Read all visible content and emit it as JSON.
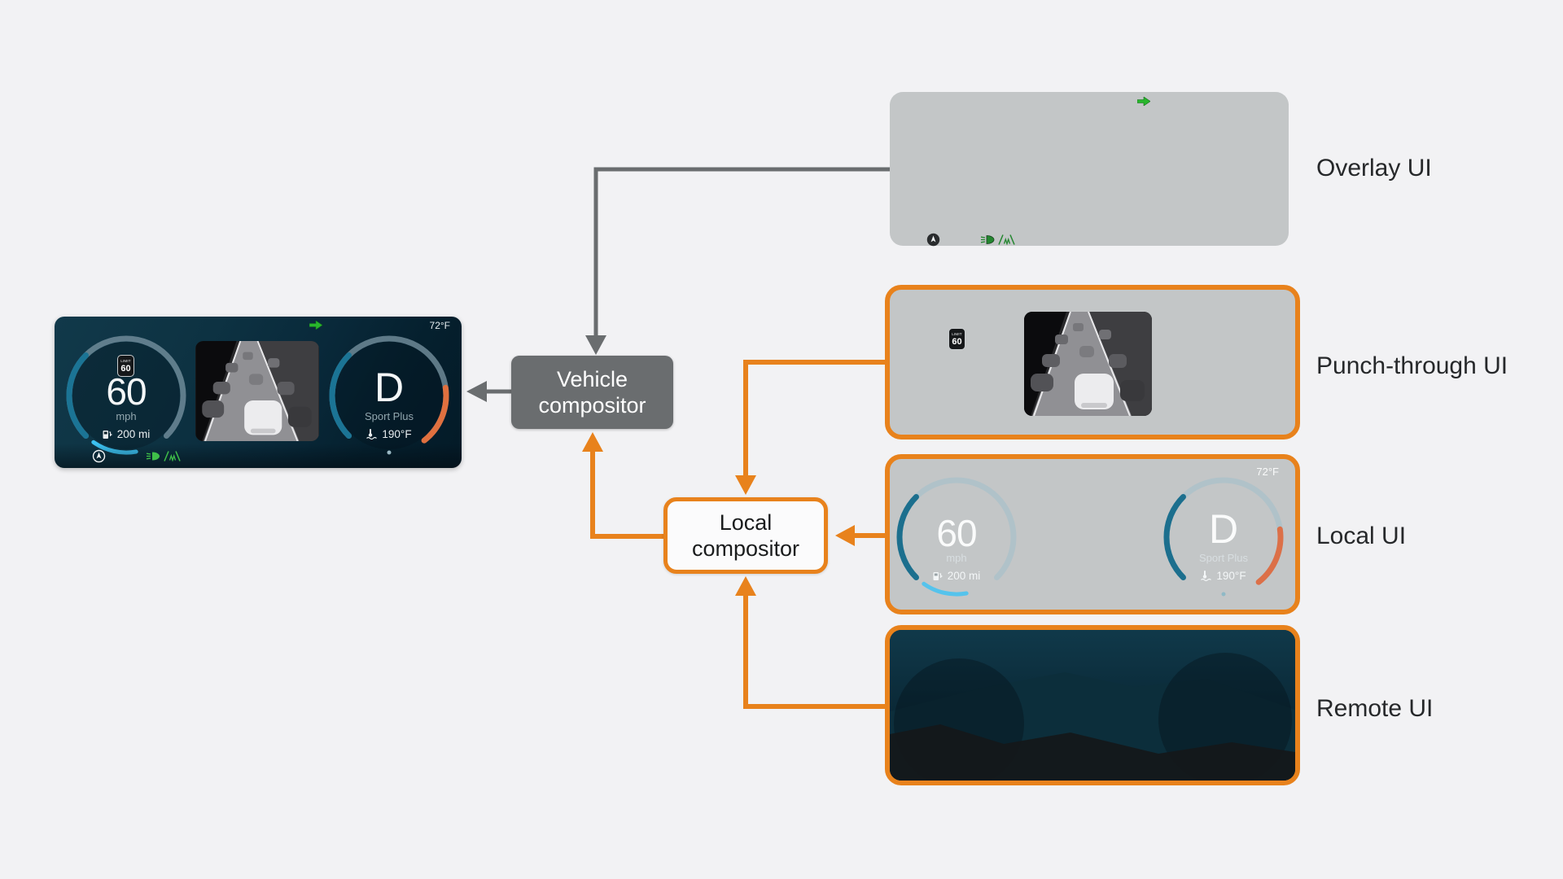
{
  "diagram": {
    "layers": [
      {
        "id": "overlay",
        "label": "Overlay UI"
      },
      {
        "id": "punch_through",
        "label": "Punch-through UI"
      },
      {
        "id": "local",
        "label": "Local UI"
      },
      {
        "id": "remote",
        "label": "Remote UI"
      }
    ],
    "nodes": {
      "vehicle_compositor": {
        "line1": "Vehicle",
        "line2": "compositor"
      },
      "local_compositor": {
        "line1": "Local",
        "line2": "compositor"
      }
    }
  },
  "cluster": {
    "outside_temp": "72°F",
    "speed": "60",
    "speed_unit": "mph",
    "range": "200 mi",
    "gear": "D",
    "drive_mode": "Sport Plus",
    "coolant_temp": "190°F",
    "speed_limit": {
      "label": "LIMIT",
      "value": "60"
    }
  },
  "icons": {
    "turn_signal": "right-turn-arrow-icon",
    "fuel": "fuel-pump-icon",
    "oil_temp": "oil-temperature-icon",
    "steering_assist": "steering-assist-icon",
    "headlight": "low-beam-headlight-icon",
    "lane_assist": "lane-assist-icon"
  },
  "colors": {
    "accent_orange": "#E8821C",
    "connector_gray": "#6A6D6F",
    "panel_gray": "#C3C6C7",
    "background": "#F2F2F4",
    "signal_green": "#28B62C",
    "gauge_teal": "#1B7495",
    "gauge_cyan": "#3CC2F2",
    "gauge_orange": "#E0703F"
  }
}
